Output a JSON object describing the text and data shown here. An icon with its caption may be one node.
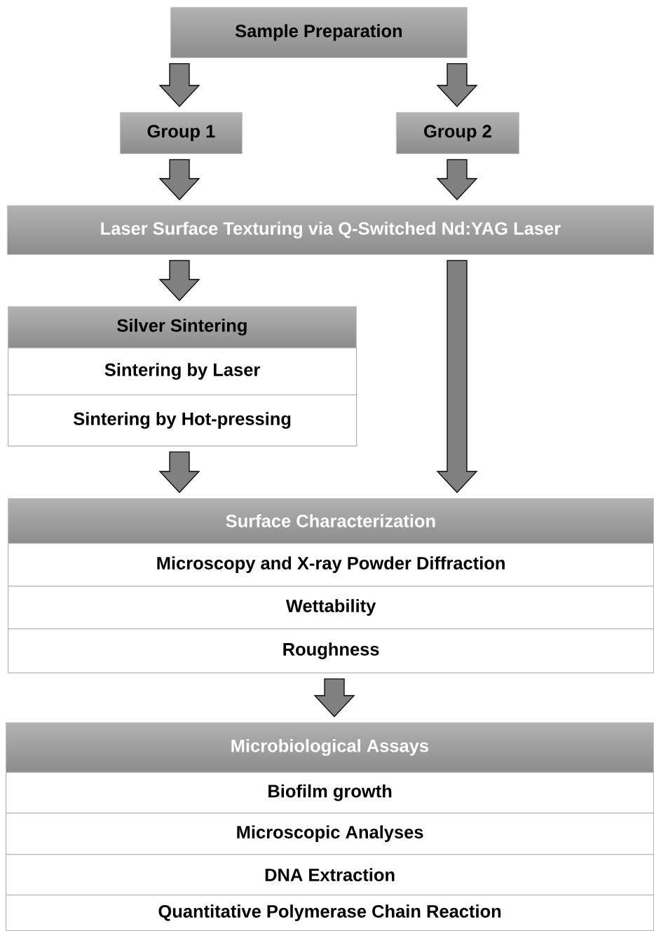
{
  "diagram": {
    "nodes": [
      {
        "text": [
          "Sample Preparation"
        ]
      },
      {
        "text": [
          "Group 1"
        ]
      },
      {
        "text": [
          "Group 2"
        ]
      },
      {
        "text": [
          "Laser Surface Texturing via Q-Switched Nd:YAG Laser"
        ]
      },
      {
        "text": [
          "Silver Sintering"
        ]
      },
      {
        "text": [
          "Sintering by Laser"
        ]
      },
      {
        "text": [
          "Sintering by Hot-pressing"
        ]
      },
      {
        "text": [
          "Surface Characterization"
        ]
      },
      {
        "text": [
          "Microscopy and X-ray Powder Diffraction"
        ]
      },
      {
        "text": [
          "Wettability"
        ]
      },
      {
        "text": [
          "Roughness"
        ]
      },
      {
        "text": [
          "Microbiological Assays"
        ]
      },
      {
        "text": [
          "Biofilm growth"
        ]
      },
      {
        "text": [
          "Microscopic Analyses"
        ]
      },
      {
        "text": [
          "DNA Extraction"
        ]
      },
      {
        "text": [
          "Quantitative Polymerase Chain Reaction"
        ]
      }
    ],
    "edges": [
      {
        "from": 0,
        "to": 1,
        "arrow": "to"
      },
      {
        "from": 0,
        "to": 2,
        "arrow": "to"
      },
      {
        "from": 1,
        "to": 3,
        "arrow": "to"
      },
      {
        "from": 2,
        "to": 3,
        "arrow": "to"
      },
      {
        "from": 3,
        "to": 4,
        "arrow": "to"
      },
      {
        "from": 3,
        "to": 7,
        "arrow": "to"
      },
      {
        "from": 6,
        "to": 7,
        "arrow": "to"
      },
      {
        "from": 10,
        "to": 11,
        "arrow": "to"
      }
    ]
  }
}
